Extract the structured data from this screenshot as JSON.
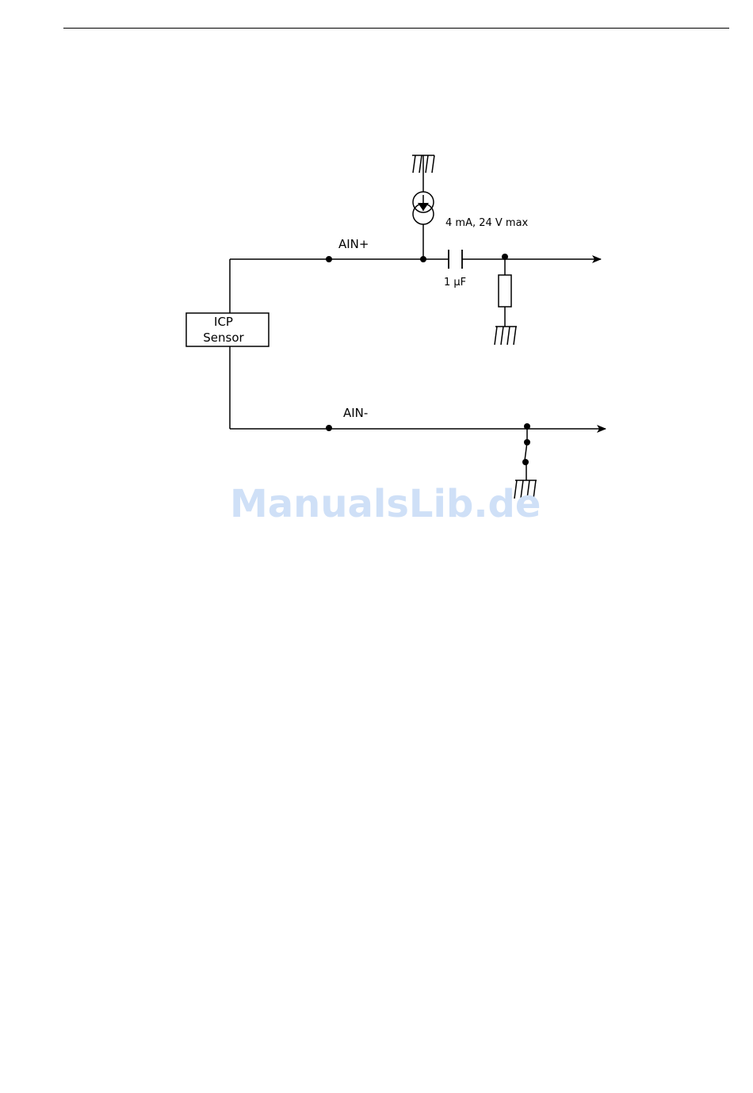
{
  "diagram": {
    "sensor_label_line1": "ICP",
    "sensor_label_line2": "Sensor",
    "ain_plus_label": "AIN+",
    "ain_minus_label": "AIN-",
    "current_source_label": "4 mA, 24 V max",
    "capacitor_label": "1 µF"
  },
  "watermark": {
    "text": "ManualsLib.de",
    "color": "#cfe0f7"
  }
}
